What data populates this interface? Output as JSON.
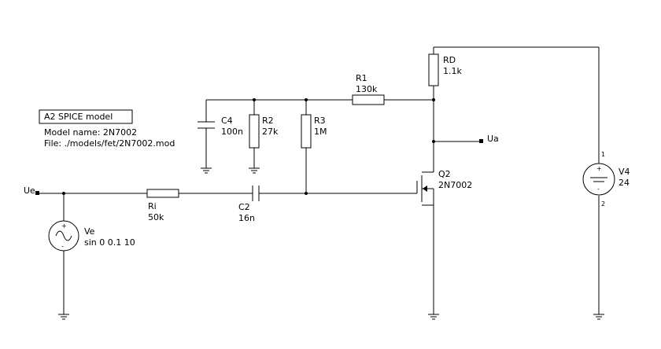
{
  "colors": {
    "wire": "#000000",
    "background": "#ffffff",
    "source_fill": "#ffffff"
  },
  "model_box": {
    "title": "A2   SPICE model",
    "model_name": "Model name:   2N7002",
    "file": "File:  ./models/fet/2N7002.mod"
  },
  "ports": {
    "ue": "Ue",
    "ua": "Ua"
  },
  "components": {
    "ve": {
      "name": "Ve",
      "value": "sin 0 0.1 10",
      "plus": "+",
      "minus": "-"
    },
    "ri": {
      "name": "Ri",
      "value": "50k"
    },
    "c2": {
      "name": "C2",
      "value": "16n"
    },
    "c4": {
      "name": "C4",
      "value": "100n"
    },
    "r2": {
      "name": "R2",
      "value": "27k"
    },
    "r3": {
      "name": "R3",
      "value": "1M"
    },
    "r1": {
      "name": "R1",
      "value": "130k"
    },
    "rd": {
      "name": "RD",
      "value": "1.1k"
    },
    "q2": {
      "name": "Q2",
      "value": "2N7002"
    },
    "v4": {
      "name": "V4",
      "value": "24",
      "pin1": "1",
      "pin2": "2",
      "plus": "+",
      "minus": "-"
    }
  }
}
